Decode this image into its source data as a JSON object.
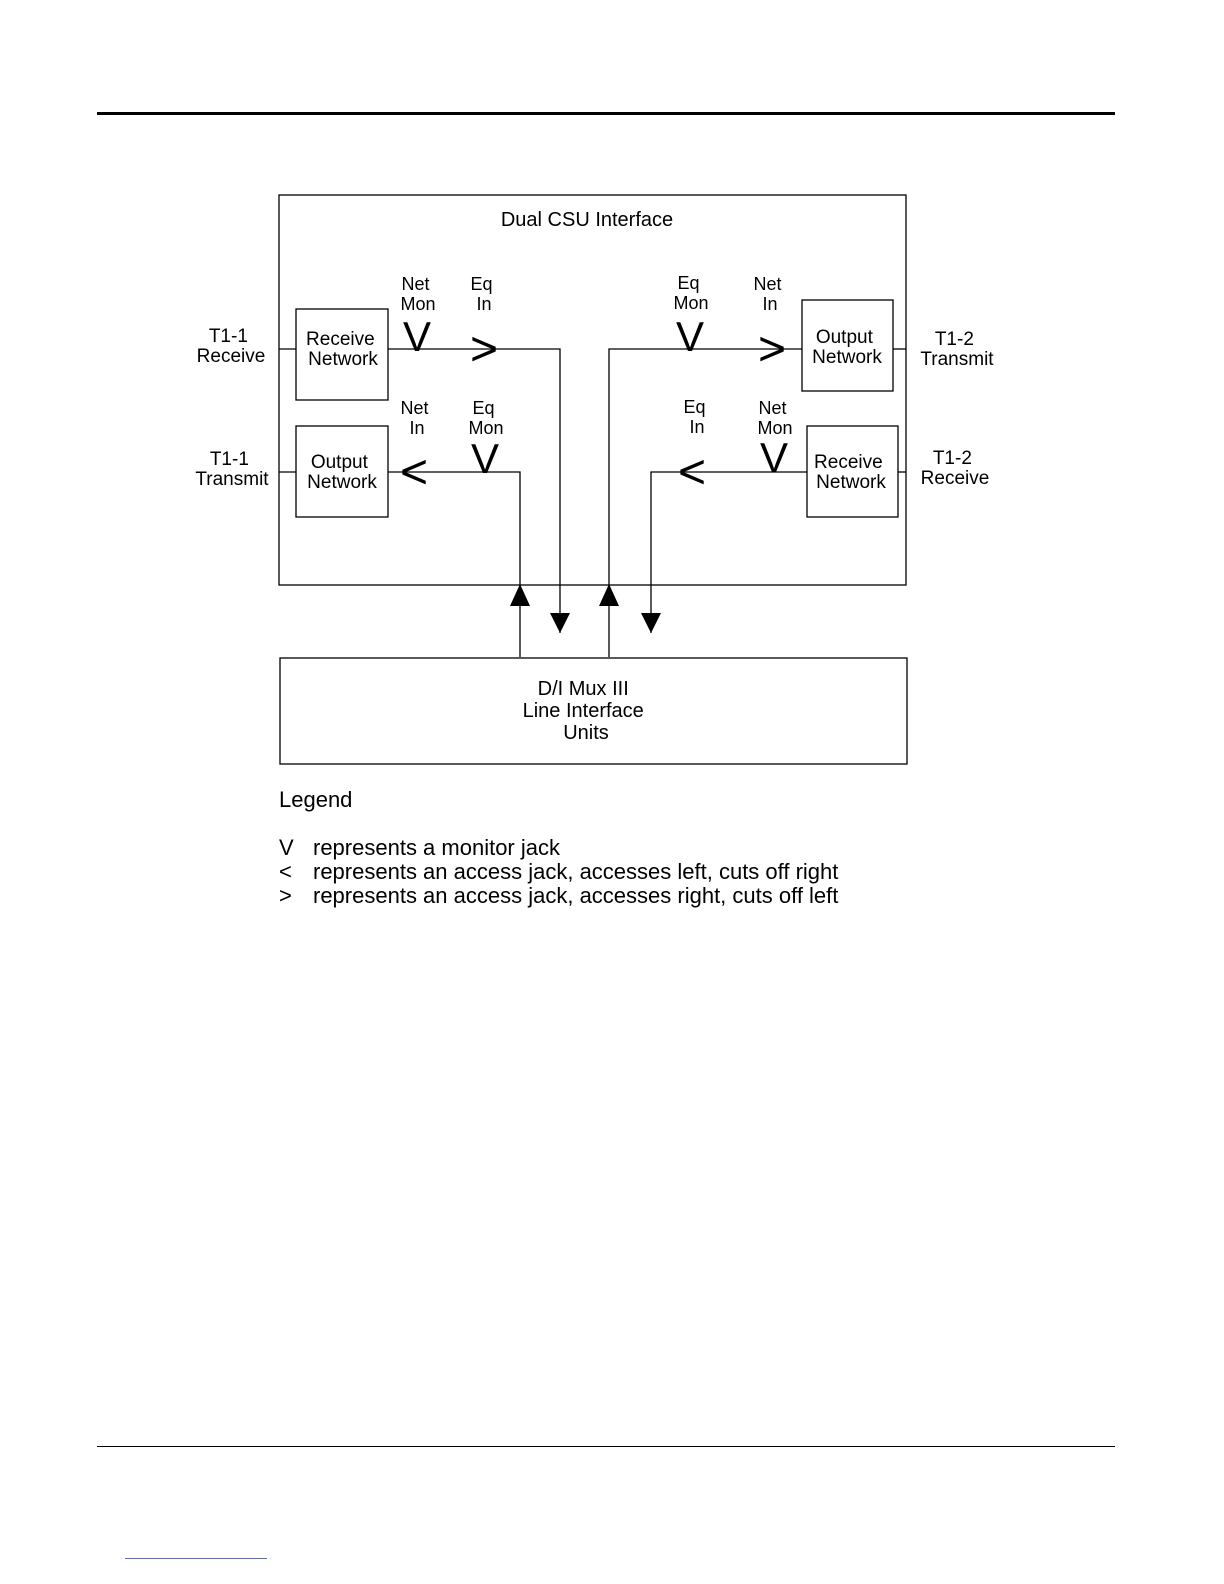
{
  "diagram": {
    "csu_title": "Dual CSU Interface",
    "t1_1_receive": [
      "T1-1",
      "Receive"
    ],
    "t1_1_transmit": [
      "T1-1",
      "Transmit"
    ],
    "t1_2_transmit": [
      "T1-2",
      "Transmit"
    ],
    "t1_2_receive": [
      "T1-2",
      "Receive"
    ],
    "rx_net_left": [
      "Receive",
      "Network"
    ],
    "out_net_left": [
      "Output",
      "Network"
    ],
    "out_net_right": [
      "Output",
      "Network"
    ],
    "rx_net_right": [
      "Receive",
      "Network"
    ],
    "jack_tl_mon": [
      "Net",
      "Mon"
    ],
    "jack_tl_in": [
      "Eq",
      "In"
    ],
    "jack_tr_mon": [
      "Eq",
      "Mon"
    ],
    "jack_tr_in": [
      "Net",
      "In"
    ],
    "jack_bl_in": [
      "Net",
      "In"
    ],
    "jack_bl_mon": [
      "Eq",
      "Mon"
    ],
    "jack_br_in": [
      "Eq",
      "In"
    ],
    "jack_br_mon": [
      "Net",
      "Mon"
    ],
    "mux": [
      "D/I Mux III",
      "Line Interface",
      "Units"
    ],
    "symbols": {
      "monitor": "V",
      "access_left": "<",
      "access_right": ">"
    }
  },
  "legend": {
    "title": "Legend",
    "items": [
      {
        "symbol": "V",
        "text": "represents a monitor jack"
      },
      {
        "symbol": "<",
        "text": "represents an access jack, accesses left, cuts off right"
      },
      {
        "symbol": ">",
        "text": "represents an access jack, accesses right, cuts off left"
      }
    ]
  }
}
